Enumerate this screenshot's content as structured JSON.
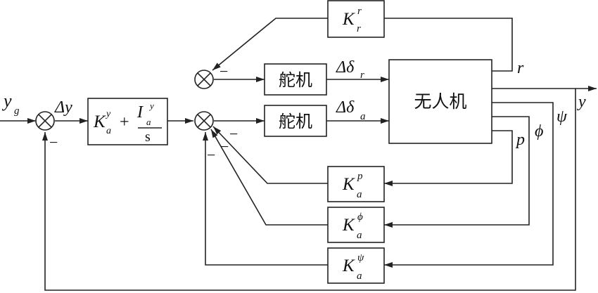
{
  "blocks": {
    "kr": {
      "base": "K",
      "sup": "r",
      "sub": "r"
    },
    "kp": {
      "base": "K",
      "sup": "p",
      "sub": "a"
    },
    "kphi": {
      "base": "K",
      "sup": "ϕ",
      "sub": "a"
    },
    "kpsi": {
      "base": "K",
      "sup": "ψ",
      "sub": "a"
    },
    "pi": {
      "k_base": "K",
      "k_sup": "y",
      "k_sub": "a",
      "plus": "+",
      "i_base": "I",
      "i_sup": "y",
      "i_sub": "a",
      "den": "s"
    },
    "servo_top": "舵机",
    "servo_bottom": "舵机",
    "uav": "无人机"
  },
  "signals": {
    "yg_base": "y",
    "yg_sub": "g",
    "dy": "Δy",
    "dr_base": "Δδ",
    "dr_sub": "r",
    "da_base": "Δδ",
    "da_sub": "a",
    "r": "r",
    "y": "y",
    "p": "p",
    "phi": "ϕ",
    "psi": "ψ"
  },
  "signs": {
    "minus": "−"
  }
}
